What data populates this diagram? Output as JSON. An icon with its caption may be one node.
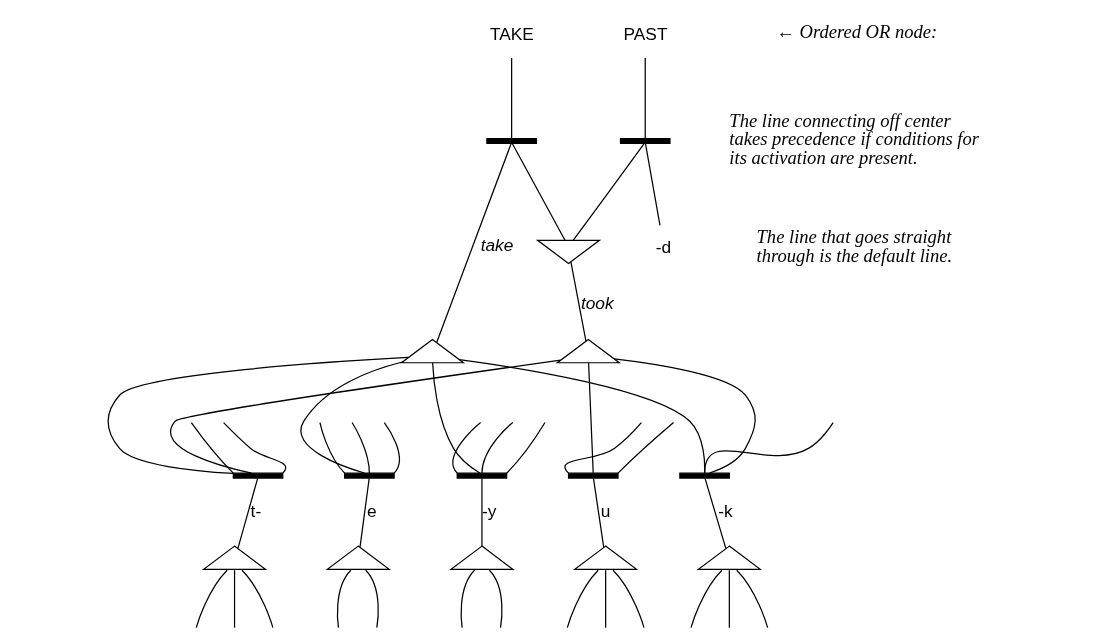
{
  "diagram": {
    "nodes": [
      {
        "text": [
          "TAKE"
        ]
      },
      {
        "text": [
          "PAST"
        ]
      },
      {
        "text": [],
        "shape": "bracket"
      },
      {
        "text": [],
        "shape": "bracket"
      },
      {
        "text": [],
        "shape": "invtriangle"
      },
      {
        "text": [],
        "shape": "triangle"
      },
      {
        "text": [],
        "shape": "triangle"
      },
      {
        "text": [
          "-d"
        ]
      },
      {
        "text": [],
        "shape": "bracket"
      },
      {
        "text": [],
        "shape": "bracket"
      },
      {
        "text": [],
        "shape": "bracket"
      },
      {
        "text": [],
        "shape": "bracket"
      },
      {
        "text": [],
        "shape": "bracket"
      },
      {
        "text": [],
        "shape": "triangle"
      },
      {
        "text": [],
        "shape": "triangle"
      },
      {
        "text": [],
        "shape": "triangle"
      },
      {
        "text": [],
        "shape": "triangle"
      },
      {
        "text": [],
        "shape": "triangle"
      }
    ],
    "edges": [
      {
        "from": 0,
        "to": 2,
        "arrow": "none"
      },
      {
        "from": 1,
        "to": 3,
        "arrow": "none"
      },
      {
        "from": 2,
        "to": 5,
        "arrow": "none",
        "label": "take"
      },
      {
        "from": 2,
        "to": 4,
        "arrow": "none"
      },
      {
        "from": 3,
        "to": 4,
        "arrow": "none"
      },
      {
        "from": 3,
        "to": 7,
        "arrow": "none"
      },
      {
        "from": 4,
        "to": 6,
        "arrow": "none",
        "label": "took"
      },
      {
        "from": 5,
        "to": 8,
        "arrow": "none"
      },
      {
        "from": 5,
        "to": 9,
        "arrow": "none"
      },
      {
        "from": 5,
        "to": 10,
        "arrow": "none"
      },
      {
        "from": 5,
        "to": 12,
        "arrow": "none"
      },
      {
        "from": 6,
        "to": 8,
        "arrow": "none"
      },
      {
        "from": 6,
        "to": 11,
        "arrow": "none"
      },
      {
        "from": 6,
        "to": 12,
        "arrow": "none"
      },
      {
        "from": null,
        "to": 8,
        "arrow": "none"
      },
      {
        "from": null,
        "to": 8,
        "arrow": "none"
      },
      {
        "from": null,
        "to": 9,
        "arrow": "none"
      },
      {
        "from": null,
        "to": 9,
        "arrow": "none"
      },
      {
        "from": null,
        "to": 9,
        "arrow": "none"
      },
      {
        "from": null,
        "to": 10,
        "arrow": "none"
      },
      {
        "from": null,
        "to": 10,
        "arrow": "none"
      },
      {
        "from": null,
        "to": 10,
        "arrow": "none"
      },
      {
        "from": null,
        "to": 11,
        "arrow": "none"
      },
      {
        "from": null,
        "to": 11,
        "arrow": "none"
      },
      {
        "from": null,
        "to": 12,
        "arrow": "none"
      },
      {
        "from": 8,
        "to": 13,
        "arrow": "none",
        "label": "t-"
      },
      {
        "from": 9,
        "to": 14,
        "arrow": "none",
        "label": "e"
      },
      {
        "from": 10,
        "to": 15,
        "arrow": "none",
        "label": "-y"
      },
      {
        "from": 11,
        "to": 16,
        "arrow": "none",
        "label": "u"
      },
      {
        "from": 12,
        "to": 17,
        "arrow": "none",
        "label": "-k"
      },
      {
        "from": 13,
        "to": null,
        "arrow": "none"
      },
      {
        "from": 13,
        "to": null,
        "arrow": "none"
      },
      {
        "from": 13,
        "to": null,
        "arrow": "none"
      },
      {
        "from": 14,
        "to": null,
        "arrow": "none"
      },
      {
        "from": 14,
        "to": null,
        "arrow": "none"
      },
      {
        "from": 15,
        "to": null,
        "arrow": "none"
      },
      {
        "from": 15,
        "to": null,
        "arrow": "none"
      },
      {
        "from": 16,
        "to": null,
        "arrow": "none"
      },
      {
        "from": 16,
        "to": null,
        "arrow": "none"
      },
      {
        "from": 16,
        "to": null,
        "arrow": "none"
      },
      {
        "from": 17,
        "to": null,
        "arrow": "none"
      },
      {
        "from": 17,
        "to": null,
        "arrow": "none"
      },
      {
        "from": 17,
        "to": null,
        "arrow": "none"
      }
    ],
    "labels": [
      "← Ordered OR node:",
      "The line connecting off center takes precedence if conditions for its activation are present.",
      "The line that goes straight through is the default line."
    ]
  }
}
